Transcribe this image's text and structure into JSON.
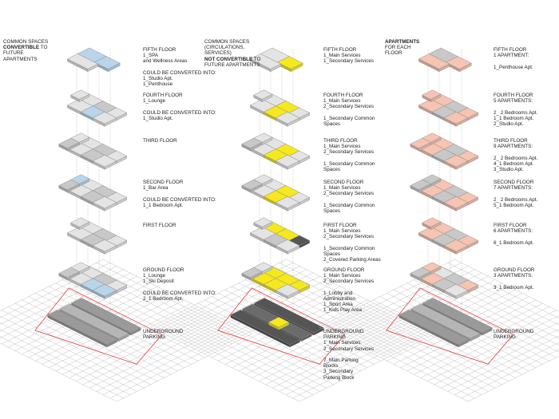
{
  "colors": {
    "convertible": "#b9d5ea",
    "not_convertible": "#f5e91e",
    "apartment": "#f5c4b2",
    "slab_light": "#e4e4e4",
    "slab_mid": "#c8c8c8",
    "slab_dark": "#555555",
    "outline": "#e04040"
  },
  "columns": [
    {
      "id": "col1",
      "header": {
        "line1": "COMMON SPACES",
        "line2a": "CONVERTIBLE",
        "line2b": " TO",
        "line3": "FUTURE",
        "line4": "APARTMENTS"
      },
      "floors": [
        {
          "lines": [
            "FIFTH FLOOR",
            "1_SPA",
            "and Wellness Areas",
            "",
            "COULD BE CONVERTED INTO:",
            "1_Studio Apt.",
            "1_Penthouse"
          ]
        },
        {
          "lines": [
            "FOURTH FLOOR",
            "1_Lounge",
            "",
            "COULD BE CONVERTED INTO:",
            "1_Studio Apt."
          ]
        },
        {
          "lines": [
            "THIRD FLOOR"
          ]
        },
        {
          "lines": [
            "SECOND FLOOR",
            "1_Bar Area",
            "",
            "COULD BE CONVERTED INTO:",
            "1_1 Bedroom Apt."
          ]
        },
        {
          "lines": [
            "FIRST FLOOR"
          ]
        },
        {
          "lines": [
            "GROUND FLOOR",
            "1_Lounge",
            "1_Ski Deposit",
            "",
            "COULD BE CONVERTED INTO:",
            "2_1 Bedroom Apt."
          ]
        },
        {
          "lines": [
            "UNDERGROUND",
            "PARKING"
          ]
        }
      ]
    },
    {
      "id": "col2",
      "header": {
        "line1": "COMMON SPACES",
        "line2": "(CIRCULATIONS,",
        "line3": "SERVICES)",
        "line4a": "NOT CONVERTIBLE",
        "line4b": " TO",
        "line5": "FUTURE APARTMENTS"
      },
      "floors": [
        {
          "lines": [
            "FIFTH FLOOR",
            "1_Main Services",
            "1_Secondary Services"
          ]
        },
        {
          "lines": [
            "FOURTH FLOOR",
            "1_Main Services",
            "2_Secondary Services",
            "",
            "1_Secondary Common",
            "Spaces"
          ]
        },
        {
          "lines": [
            "THIRD FLOOR",
            "1_Main Services",
            "2_Secondary Services",
            "",
            "1_Secondary Common",
            "Spaces"
          ]
        },
        {
          "lines": [
            "SECOND FLOOR",
            "1_Main Services",
            "2_Secondary Services",
            "",
            "1_Secondary Common",
            "Spaces"
          ]
        },
        {
          "lines": [
            "FIRST FLOOR",
            "1_Main Services",
            "2_Secondary Services",
            "",
            "1_Secondary Common",
            "Spaces",
            "2_Covered Parking Areas"
          ]
        },
        {
          "lines": [
            "GROUND FLOOR",
            "1_Main Services",
            "2_Secondary Services",
            "",
            "1_Lobby and",
            "Administration",
            "1_Sport Area",
            "1_Kids Play Area"
          ]
        },
        {
          "lines": [
            "UNDERGROUND",
            "PARKING",
            "1_Main Services",
            "2_Secondary Services",
            "",
            "7_Main Parking",
            "Blocks",
            "3_Secondary",
            "Parking Block"
          ]
        }
      ]
    },
    {
      "id": "col3",
      "header": {
        "line1": "APARTMENTS",
        "line2": "FOR EACH",
        "line3": "FLOOR"
      },
      "floors": [
        {
          "lines": [
            "FIFTH FLOOR",
            "1 APARTMENT:",
            "",
            "1_Penthouse Apt."
          ]
        },
        {
          "lines": [
            "FOURTH FLOOR",
            "5 APARTMENTS:",
            "",
            "2_ 2 Bedrooms Apt.",
            "1_1 Bedroom Apt.",
            "2_Studio Apt."
          ]
        },
        {
          "lines": [
            "THIRD FLOOR",
            "9 APARTMENTS:",
            "",
            "2_ 2 Bedrooms Apt.",
            "4_1 Bedroom Apt.",
            "3_Studio Apt."
          ]
        },
        {
          "lines": [
            "SECOND FLOOR",
            "7 APARTMENTS:",
            "",
            "2_ 2 Bedrooms Apt.",
            "5_1 Bedroom Apt."
          ]
        },
        {
          "lines": [
            "FIRST FLOOR",
            "6 APARTMENTS:",
            "",
            "6_1 Bedroom Apt."
          ]
        },
        {
          "lines": [
            "GROUND FLOOR",
            "3 APARTMENTS:",
            "",
            "3_1 Bedroom Apt."
          ]
        },
        {
          "lines": [
            "UNDERGROUND",
            "PARKING"
          ]
        }
      ]
    }
  ]
}
